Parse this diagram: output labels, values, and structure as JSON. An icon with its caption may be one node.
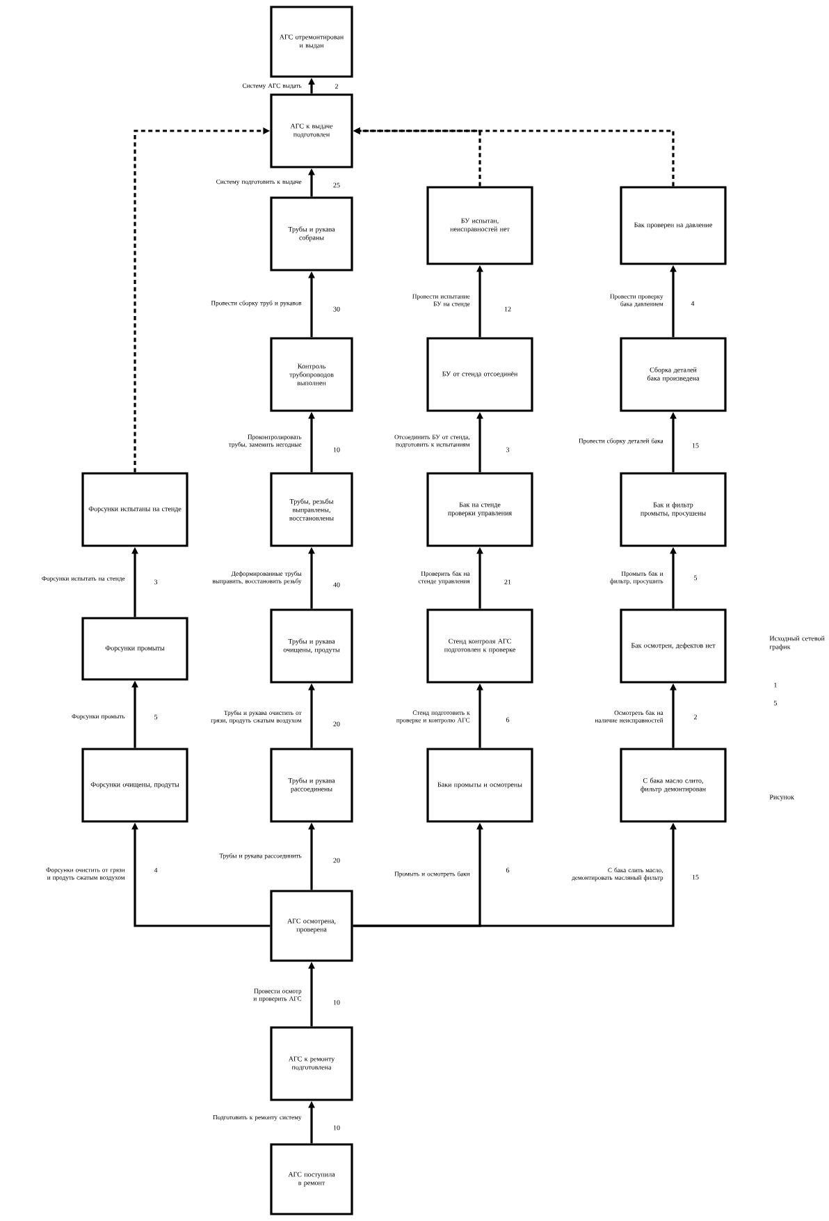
{
  "diagram": {
    "nodes": [
      {
        "text": [
          "АГС отремонтирован и выдан"
        ]
      },
      {
        "text": [
          "АГС к выдаче подготовлен"
        ]
      },
      {
        "text": [
          "Трубы и рукава собраны"
        ]
      },
      {
        "text": [
          "Контроль трубопроводов выполнен"
        ]
      },
      {
        "text": [
          "Трубы, резьбы выправлены, восстановлены"
        ]
      },
      {
        "text": [
          "Трубы и рукава очищены, продуты"
        ]
      },
      {
        "text": [
          "Трубы и рукава рассоединены"
        ]
      },
      {
        "text": [
          "АГС осмотрена, проверена"
        ]
      },
      {
        "text": [
          "АГС к ремонту подготовлена"
        ]
      },
      {
        "text": [
          "АГС поступила в ремонт"
        ]
      },
      {
        "text": [
          "Форсунки испытаны на стенде"
        ]
      },
      {
        "text": [
          "Форсунки промыты"
        ]
      },
      {
        "text": [
          "Форсунки очищены, продуты"
        ]
      },
      {
        "text": [
          "БУ испытан, неисправностей нет"
        ]
      },
      {
        "text": [
          "БУ от стенда отсоединён"
        ]
      },
      {
        "text": [
          "Бак на стенде проверки управления"
        ]
      },
      {
        "text": [
          "Стенд контроля АГС подготовлен к проверке"
        ]
      },
      {
        "text": [
          "Баки промыты и осмотрены"
        ]
      },
      {
        "text": [
          "Бак проверен на давление"
        ]
      },
      {
        "text": [
          "Сборка деталей бака произведена"
        ]
      },
      {
        "text": [
          "Бак и фильтр промыты, просушены"
        ]
      },
      {
        "text": [
          "Бак осмотрен, дефектов нет"
        ]
      },
      {
        "text": [
          "С бака масло слито, фильтр демонтирован"
        ]
      }
    ],
    "edges": [
      {
        "from": 9,
        "to": 8,
        "arrow": "to",
        "label": "Подготовить к ремонту систему"
      },
      {
        "from": 8,
        "to": 7,
        "arrow": "to",
        "label": "Провести осмотр и проверить АГС"
      },
      {
        "from": 7,
        "to": 6,
        "arrow": "to",
        "label": "Трубы и рукава рассоединить"
      },
      {
        "from": 6,
        "to": 5,
        "arrow": "to",
        "label": "Трубы и рукава очистить от грязи, продуть сжатым воздухом"
      },
      {
        "from": 5,
        "to": 4,
        "arrow": "to",
        "label": "Деформированные трубы выправить, восстановить резьбу"
      },
      {
        "from": 4,
        "to": 3,
        "arrow": "to",
        "label": "Проконтролировать трубы, заменить негодные"
      },
      {
        "from": 3,
        "to": 2,
        "arrow": "to",
        "label": "Провести сборку труб и рукавов"
      },
      {
        "from": 2,
        "to": 1,
        "arrow": "to",
        "label": "Систему подготовить к выдаче"
      },
      {
        "from": 1,
        "to": 0,
        "arrow": "to",
        "label": "Систему АГС выдать"
      },
      {
        "from": 7,
        "to": 12,
        "arrow": "to",
        "label": "Форсунки очистить от грязи и продуть сжатым воздухом"
      },
      {
        "from": 12,
        "to": 11,
        "arrow": "to",
        "label": "Форсунки промыть"
      },
      {
        "from": 11,
        "to": 10,
        "arrow": "to",
        "label": "Форсунки испытать на стенде"
      },
      {
        "from": 10,
        "to": 1,
        "arrow": "to",
        "style": "dashed"
      },
      {
        "from": 7,
        "to": 17,
        "arrow": "to",
        "label": "Промыть и осмотреть баки"
      },
      {
        "from": 17,
        "to": 16,
        "arrow": "to",
        "label": "Стенд подготовить к проверке и контролю АГС"
      },
      {
        "from": 16,
        "to": 15,
        "arrow": "to",
        "label": "Проверить бак на стенде управления"
      },
      {
        "from": 15,
        "to": 14,
        "arrow": "to",
        "label": "Отсоединить БУ от стенда, подготовить к испытаниям"
      },
      {
        "from": 14,
        "to": 13,
        "arrow": "to",
        "label": "Провести испытание БУ на стенде"
      },
      {
        "from": 13,
        "to": 1,
        "arrow": "to",
        "style": "dashed"
      },
      {
        "from": 7,
        "to": 22,
        "arrow": "to",
        "label": "С бака слить масло, демонтировать масляный фильтр"
      },
      {
        "from": 22,
        "to": 21,
        "arrow": "to",
        "label": "Осмотреть бак на наличие неисправностей"
      },
      {
        "from": 21,
        "to": 20,
        "arrow": "to",
        "label": "Промыть бак и фильтр, просушить"
      },
      {
        "from": 20,
        "to": 19,
        "arrow": "to",
        "label": "Провести сборку деталей бака"
      },
      {
        "from": 19,
        "to": 18,
        "arrow": "to",
        "label": "Провести проверку бака давлением"
      },
      {
        "from": 18,
        "to": 1,
        "arrow": "to",
        "style": "dashed"
      }
    ],
    "labels": [
      "2",
      "25",
      "4",
      "30",
      "12",
      "10",
      "3",
      "15",
      "3",
      "40",
      "21",
      "5",
      "Исходный сетевой график",
      "1",
      "5",
      "5",
      "20",
      "6",
      "2",
      "Рисунок",
      "4",
      "20",
      "6",
      "15",
      "10",
      "10"
    ]
  }
}
